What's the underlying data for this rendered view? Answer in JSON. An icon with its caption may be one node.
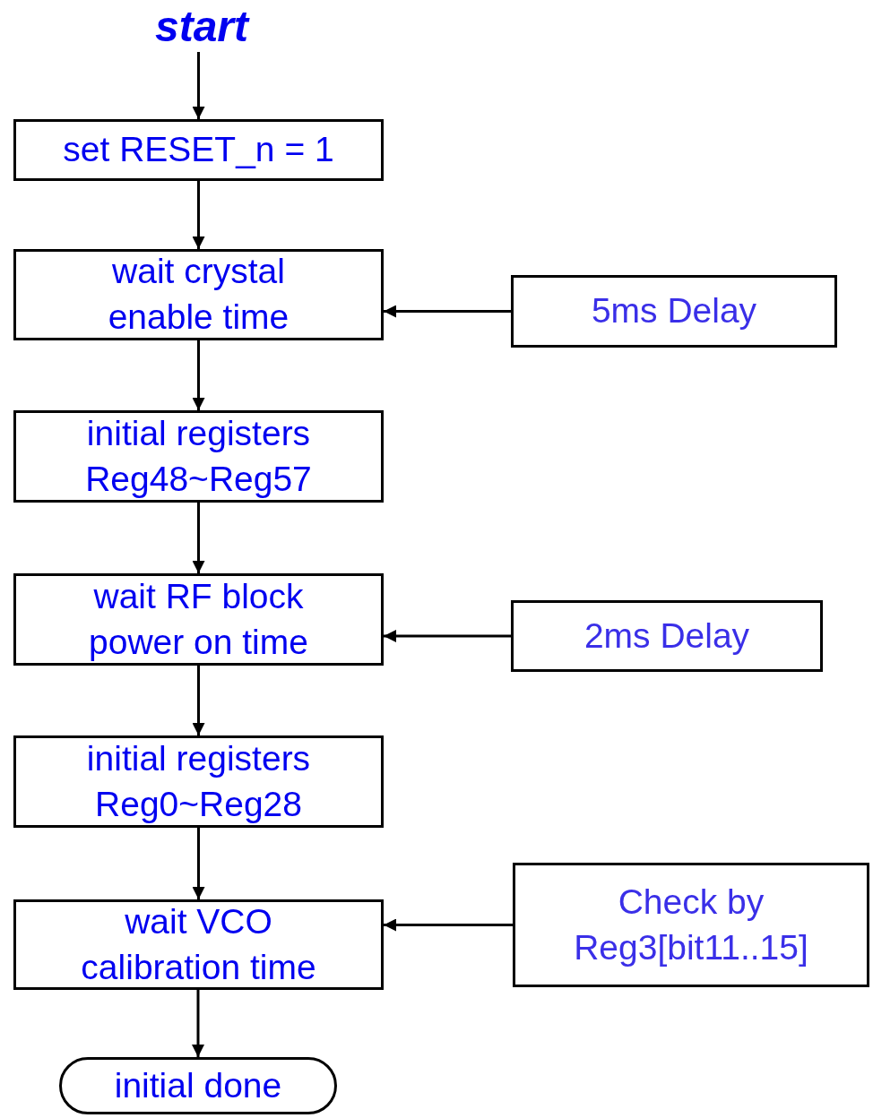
{
  "diagram": {
    "nodes": [
      {
        "text": [
          "start"
        ]
      },
      {
        "text": [
          "set RESET_n = 1"
        ]
      },
      {
        "text": [
          "wait crystal enable time"
        ]
      },
      {
        "text": [
          "5ms Delay"
        ]
      },
      {
        "text": [
          "initial registers Reg48~Reg57"
        ]
      },
      {
        "text": [
          "wait RF block power on time"
        ]
      },
      {
        "text": [
          "2ms Delay"
        ]
      },
      {
        "text": [
          "initial registers Reg0~Reg28"
        ]
      },
      {
        "text": [
          "wait VCO calibration time"
        ]
      },
      {
        "text": [
          "Check by Reg3[bit11..15]"
        ]
      },
      {
        "text": [
          "initial done"
        ]
      }
    ],
    "edges": [
      {
        "from": 0,
        "to": 1,
        "arrow": "to"
      },
      {
        "from": 1,
        "to": 2,
        "arrow": "to"
      },
      {
        "from": 3,
        "to": 2,
        "arrow": "to"
      },
      {
        "from": 2,
        "to": 4,
        "arrow": "to"
      },
      {
        "from": 4,
        "to": 5,
        "arrow": "to"
      },
      {
        "from": 6,
        "to": 5,
        "arrow": "to"
      },
      {
        "from": 5,
        "to": 7,
        "arrow": "to"
      },
      {
        "from": 7,
        "to": 8,
        "arrow": "to"
      },
      {
        "from": 9,
        "to": 8,
        "arrow": "to"
      },
      {
        "from": 8,
        "to": 10,
        "arrow": "to"
      }
    ]
  }
}
